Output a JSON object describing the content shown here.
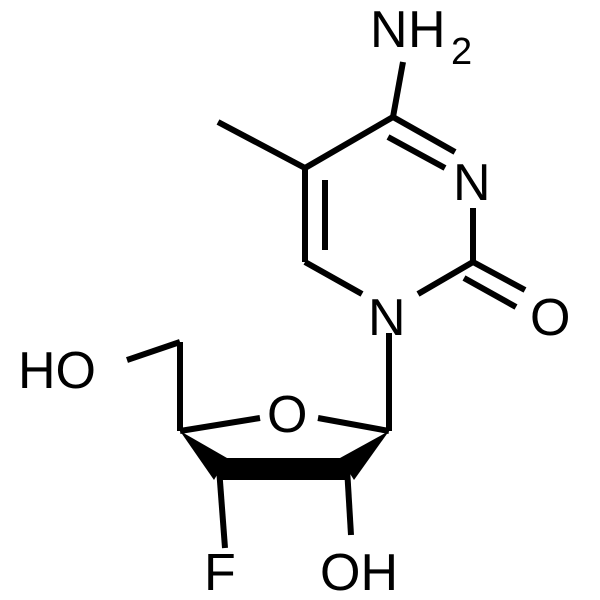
{
  "labels": {
    "amine_n": "N",
    "amine_h": "H",
    "amine_sub": "2",
    "ring_n3": "N",
    "carbonyl_o": "O",
    "ring_n1": "N",
    "hydroxymethyl": "HO",
    "ring_o": "O",
    "fluorine": "F",
    "hydroxyl": "OH"
  },
  "colors": {
    "bond": "#000000",
    "text": "#000000",
    "background": "#ffffff"
  }
}
